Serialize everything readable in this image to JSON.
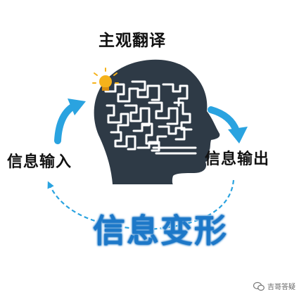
{
  "diagram": {
    "title": "主观翻译",
    "input_label": "信息输入",
    "output_label": "信息输出",
    "transform_label": "信息变形"
  },
  "watermark": {
    "text": "吉哥答疑",
    "icon": "wechat-bubble-icon"
  },
  "colors": {
    "head": "#2e3a46",
    "brain_lines": "#ffffff",
    "arrow": "#2aa3e0",
    "dashed_arrow": "#2aa3e0",
    "transform_text": "#1d78c8",
    "bulb": "#f5b21b"
  }
}
